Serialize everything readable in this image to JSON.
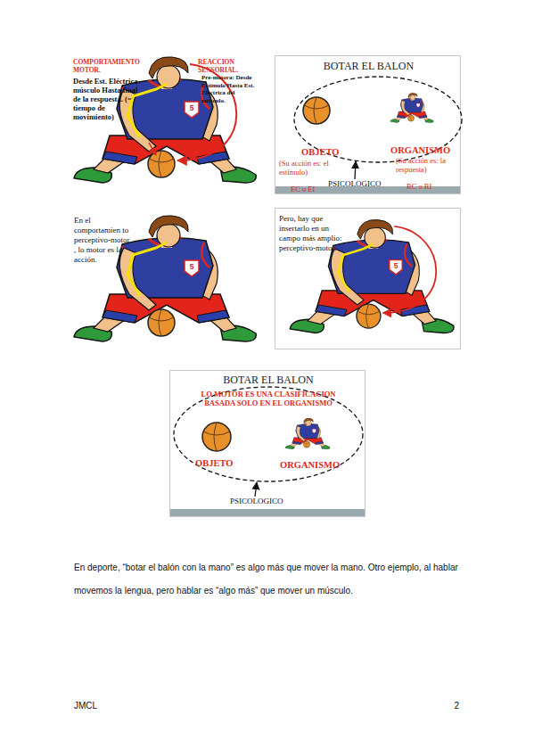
{
  "diagram": {
    "nodes": [
      {
        "text": [
          "BOTAR EL BALON"
        ]
      },
      {
        "text": [
          "OBJETO",
          "(Su acción es: el estímulo)",
          "EC o EI",
          "ORGANISMO",
          "(Su acción es: la respuesta)",
          "RC o RI"
        ],
        "in": 0
      },
      {
        "text": [
          "Pero, hay que insertarlo en un campo más amplio: perceptivo-motor."
        ]
      },
      {
        "text": [
          "BOTAR EL BALON"
        ]
      },
      {
        "text": [
          "LO MOTOR ES UNA CLASIFICACION BASADA SOLO EN EL ORGANISMO",
          "OBJETO",
          "ORGANISMO"
        ],
        "in": 3
      }
    ],
    "labels": [
      "COMPORTAMIENTO MOTOR.",
      "Desde Est. Eléctrica músculo Hasta final de la respuesta. (= tiempo de movimiento)",
      "REACCION SENSORIAL.",
      "Pre-motora: Desde Estímulo Hasta Est. Eléctrica del músculo.",
      "5",
      "En el comportamien to perceptivo-motor , lo motor es la acción.",
      "5",
      "5",
      "PSICOLOGICO",
      "PSICOLOGICO",
      "En deporte, “botar el balón con la mano” es algo más que mover la mano. Otro ejemplo, al hablar movemos la lengua, pero hablar es “algo más” que mover un músculo.",
      "JMCL",
      "2"
    ]
  }
}
